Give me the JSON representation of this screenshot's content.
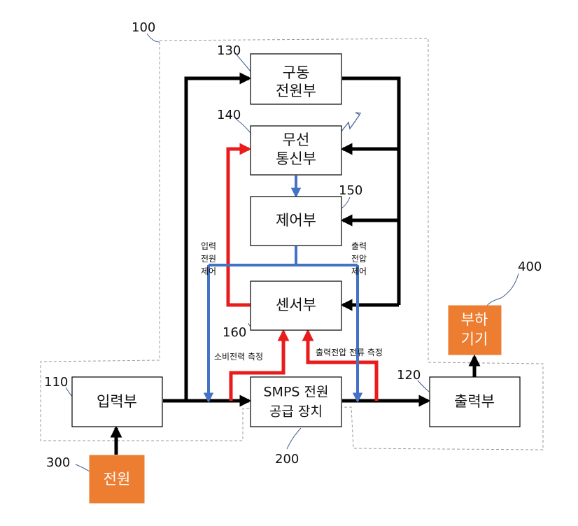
{
  "colors": {
    "orange": "#ed7d31",
    "red_path": "#e81c1c",
    "blue_path": "#4472c4",
    "black_path": "#000000",
    "group_border": "#9a9a9a"
  },
  "references": {
    "r100": "100",
    "r110": "110",
    "r120": "120",
    "r130": "130",
    "r140": "140",
    "r150": "150",
    "r160": "160",
    "r200": "200",
    "r300": "300",
    "r400": "400"
  },
  "blocks": {
    "drive_power": {
      "line1": "구동",
      "line2": "전원부"
    },
    "wireless": {
      "line1": "무선",
      "line2": "통신부"
    },
    "control": {
      "label": "제어부"
    },
    "sensor": {
      "label": "센서부"
    },
    "input": {
      "label": "입력부"
    },
    "smps": {
      "line1": "SMPS 전원",
      "line2": "공급 장치"
    },
    "output": {
      "label": "출력부"
    },
    "power_source": {
      "label": "전원"
    },
    "load": {
      "line1": "부하",
      "line2": "기기"
    }
  },
  "annotations": {
    "input_power_control": [
      "입력",
      "전원",
      "제어"
    ],
    "output_voltage_control": [
      "출력",
      "전압",
      "제어"
    ],
    "power_consumption_measure": "소비전력 측정",
    "output_voltage_current_measure": "출력전압 전류 측정"
  },
  "icons": [
    "lightning-icon"
  ]
}
